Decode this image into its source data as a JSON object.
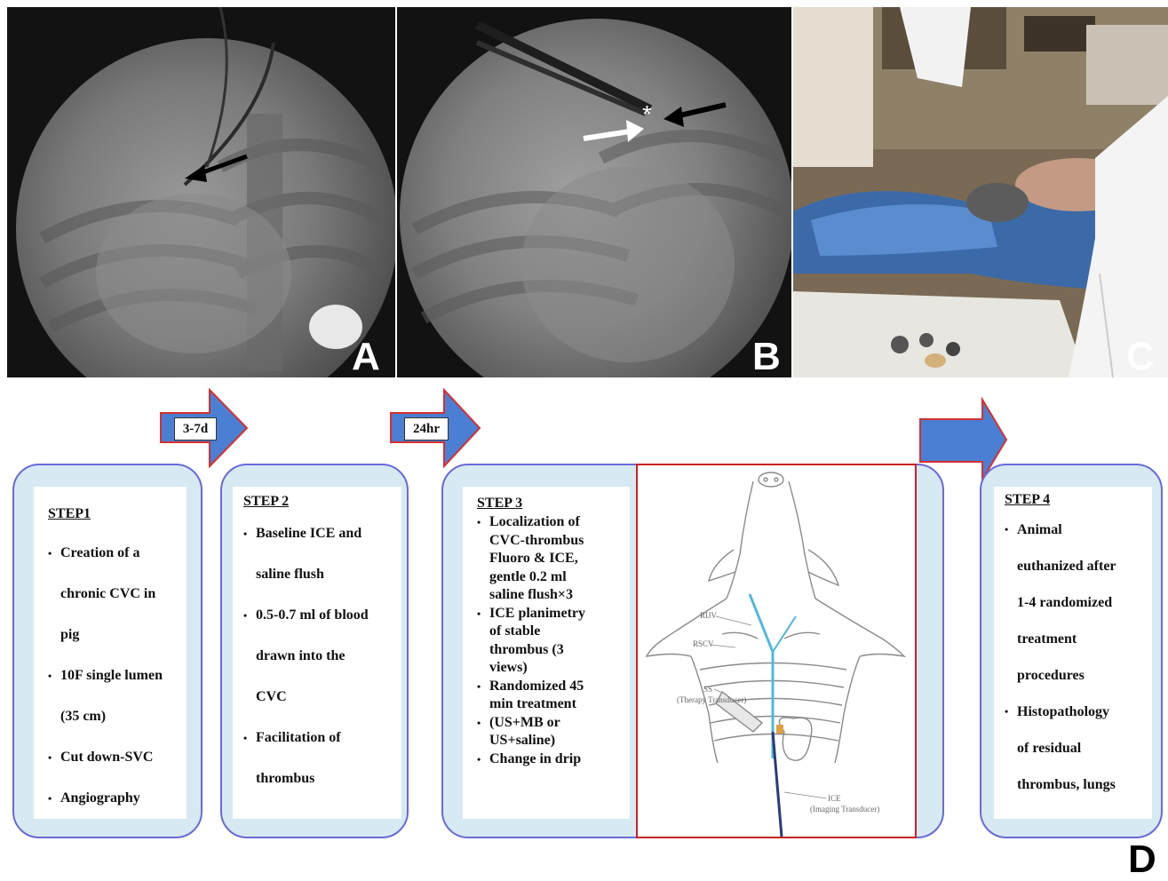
{
  "panels": {
    "a_label": "A",
    "b_label": "B",
    "c_label": "C",
    "d_label": "D",
    "b_asterisk": "*"
  },
  "arrows": {
    "arrow1_label": "3-7d",
    "arrow2_label": "24hr"
  },
  "step1": {
    "title": "STEP1",
    "items": [
      "Creation of a",
      "chronic CVC in",
      "pig",
      "10F single lumen",
      "(35 cm)",
      "Cut down-SVC",
      "Angiography"
    ],
    "bullets": [
      0,
      3,
      5,
      6
    ]
  },
  "step2": {
    "title": "STEP 2",
    "items": [
      "Baseline ICE and",
      "saline flush",
      "0.5-0.7 ml of blood",
      "drawn into the",
      "CVC",
      "Facilitation of",
      "thrombus"
    ],
    "bullets": [
      0,
      2,
      5
    ]
  },
  "step3": {
    "title": "STEP 3",
    "items": [
      "Localization of",
      "CVC-thrombus",
      "Fluoro & ICE,",
      "gentle 0.2 ml",
      "saline flush×3",
      "ICE planimetry",
      "of stable",
      "thrombus (3",
      "views)",
      "Randomized 45",
      "min treatment",
      "(US+MB or",
      "US+saline)",
      "Change in drip"
    ],
    "bullets": [
      0,
      5,
      9,
      11,
      13
    ]
  },
  "step4": {
    "title": "STEP 4",
    "items": [
      "Animal",
      "euthanized after",
      "1-4 randomized",
      "treatment",
      "procedures",
      "Histopathology",
      "of residual",
      "thrombus, lungs"
    ],
    "bullets": [
      0,
      5
    ]
  },
  "diagram": {
    "rijv": "RIJV",
    "rscv": "RSCV",
    "ss": "SS",
    "ss_sub": "(Therapy Transducer)",
    "ice": "ICE",
    "ice_sub": "(Imaging Transducer)"
  },
  "colors": {
    "arrow_fill": "#4a7fd4",
    "arrow_stroke": "#d63030",
    "box_border": "#6a6ad8",
    "box_fill": "#d7e9f2",
    "diagram_frame": "#cc2222",
    "catheter_blue": "#4fb8e0",
    "catheter_dark": "#2a3a7a"
  }
}
